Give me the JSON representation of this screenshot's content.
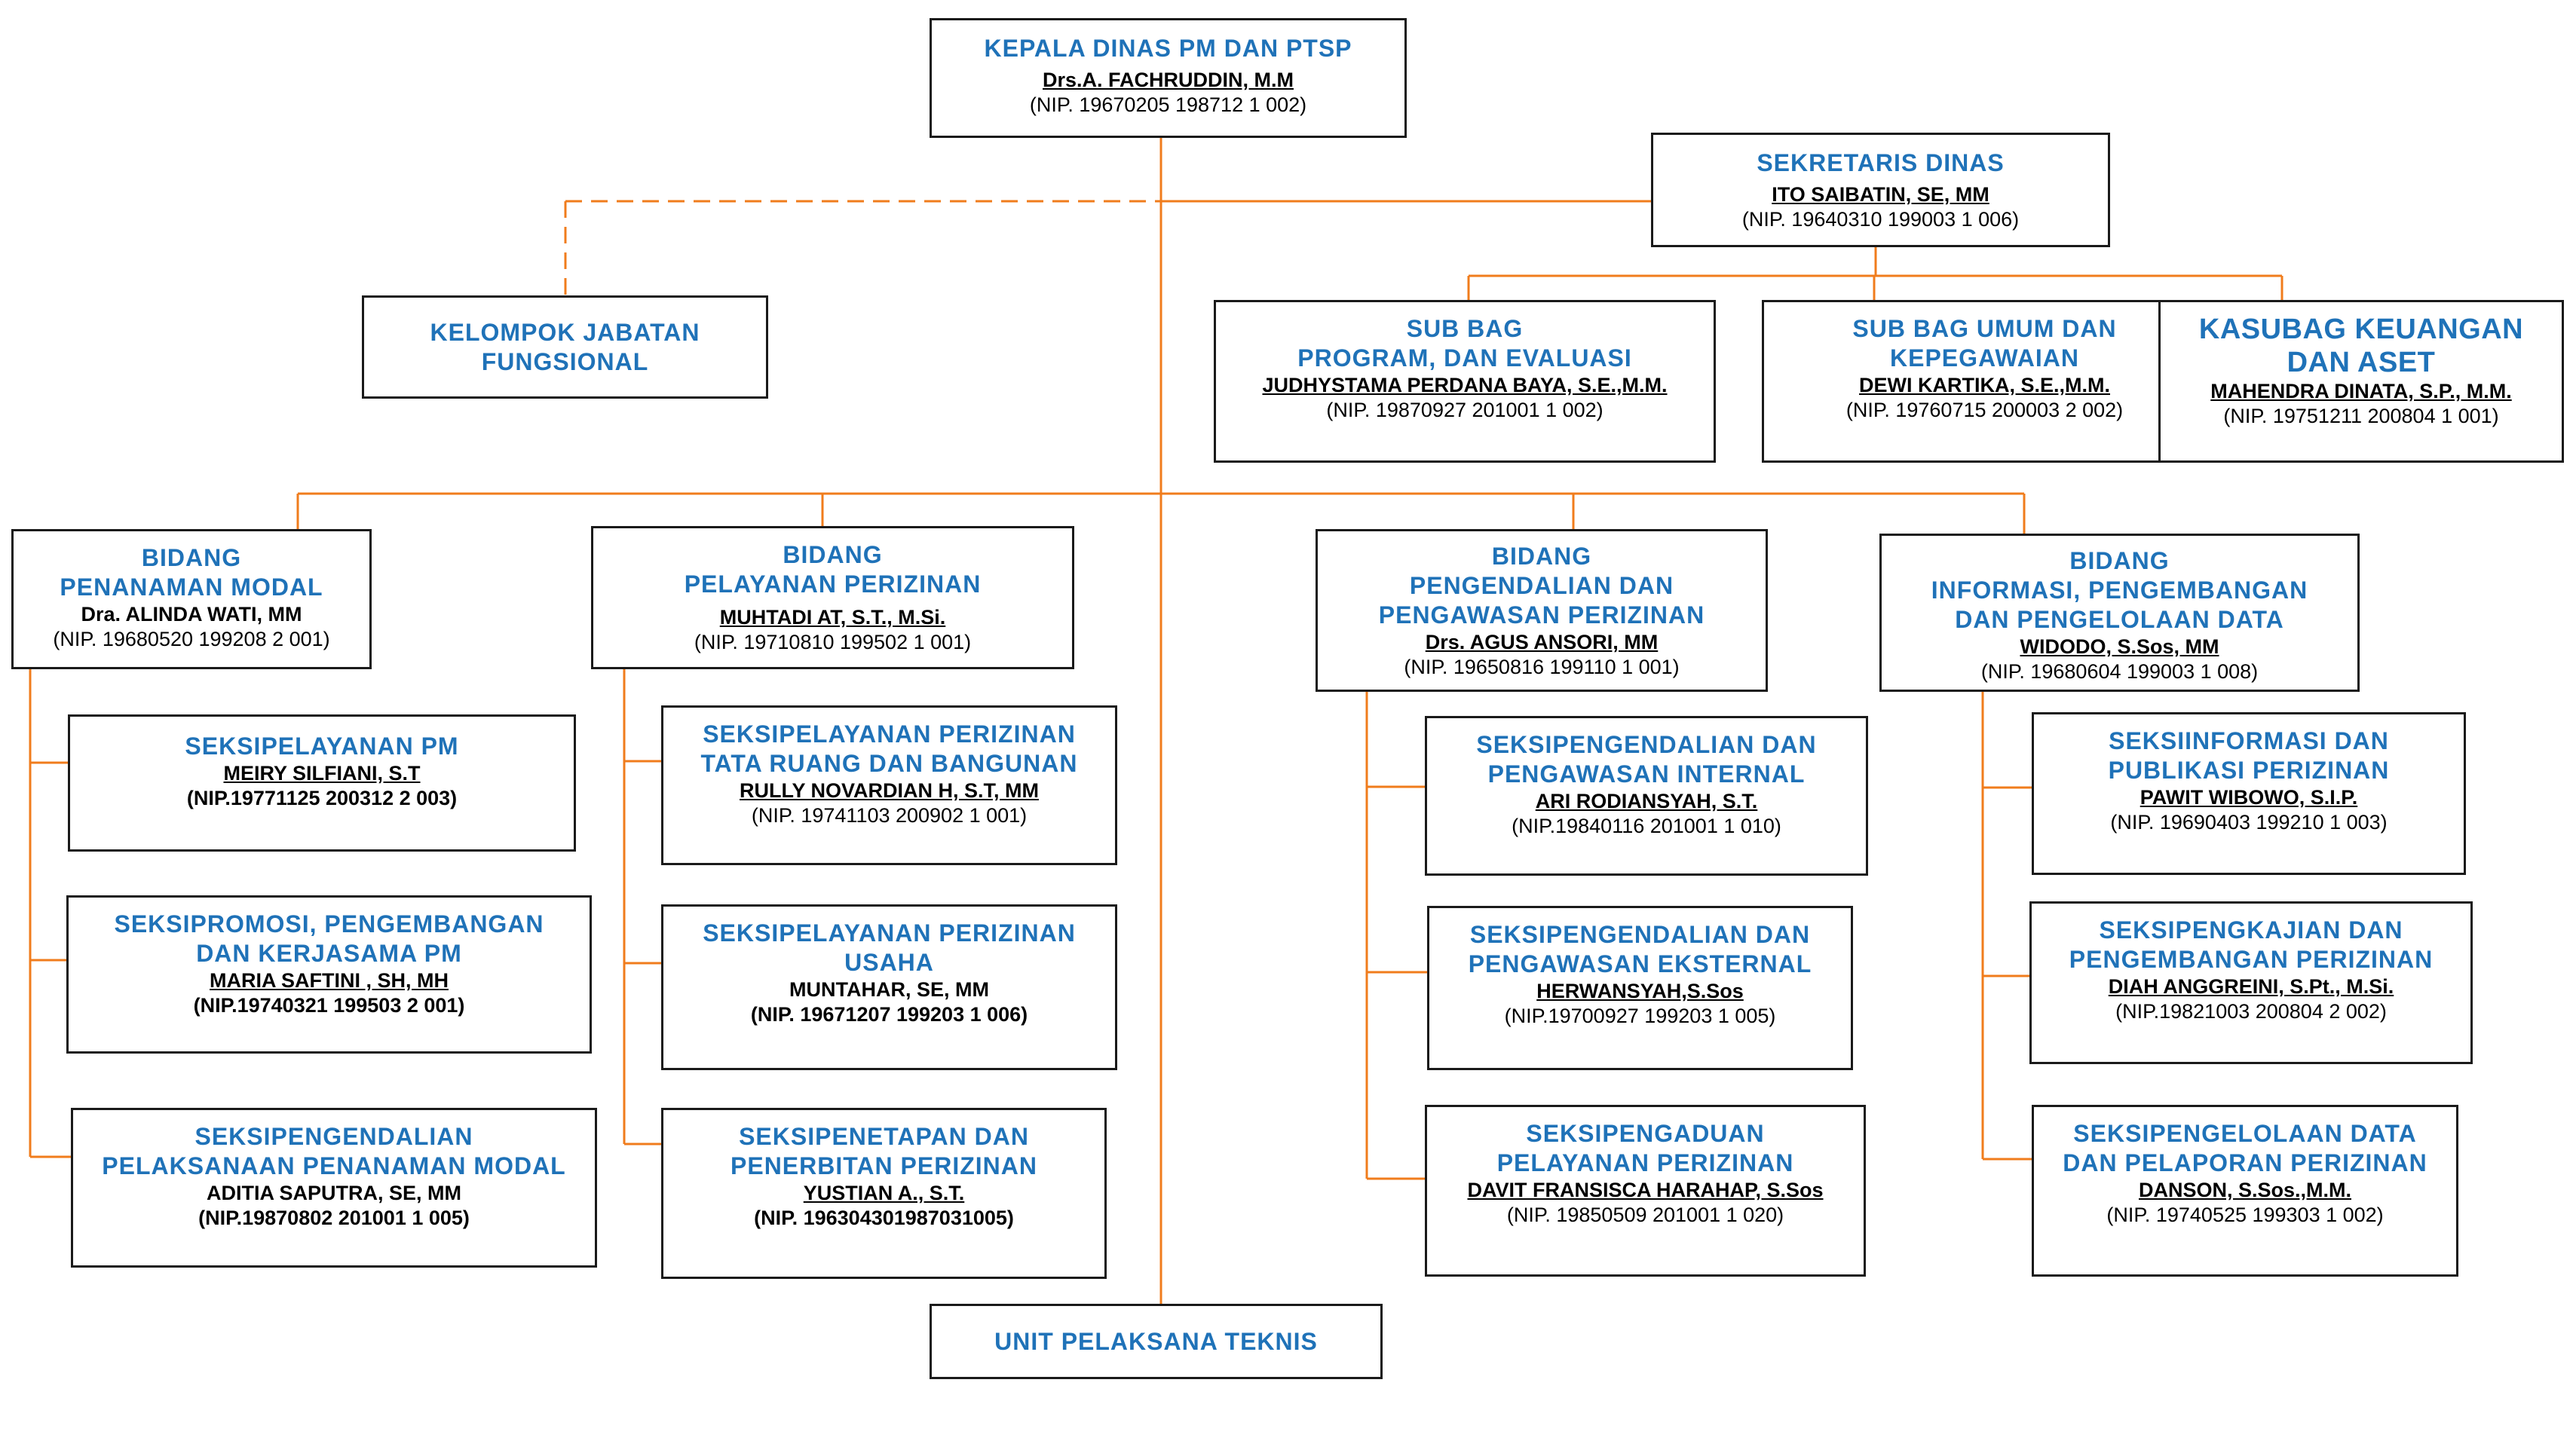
{
  "head": {
    "title": "KEPALA DINAS PM DAN PTSP",
    "name": "Drs.A. FACHRUDDIN, M.M",
    "nip": "(NIP. 19670205  198712 1 002)"
  },
  "secretary": {
    "title": "SEKRETARIS DINAS",
    "name": "ITO SAIBATIN, SE, MM",
    "nip": "(NIP. 19640310 199003 1 006)"
  },
  "functional_group": {
    "line1": "KELOMPOK JABATAN",
    "line2": "FUNGSIONAL"
  },
  "subbag_program": {
    "line1": "SUB BAG",
    "line2": "PROGRAM, DAN EVALUASI",
    "name": "JUDHYSTAMA PERDANA BAYA, S.E.,M.M.",
    "nip": "(NIP. 19870927 201001 1 002)"
  },
  "subbag_umum": {
    "line1": "SUB BAG UMUM DAN",
    "line2": "KEPEGAWAIAN",
    "name": "DEWI KARTIKA, S.E.,M.M.",
    "nip": "(NIP. 19760715 200003 2 002)"
  },
  "subbag_keuangan": {
    "line1": "KASUBAG KEUANGAN",
    "line2": "DAN ASET",
    "name": "MAHENDRA DINATA, S.P., M.M.",
    "nip": "(NIP. 19751211 200804 1 001)"
  },
  "bidang_pm": {
    "line1": "BIDANG",
    "line2": "PENANAMAN MODAL",
    "name": "Dra. ALINDA WATI, MM",
    "nip": "(NIP. 19680520 199208 2 001)"
  },
  "bidang_pp": {
    "line1": "BIDANG",
    "line2": "PELAYANAN PERIZINAN",
    "name": "MUHTADI AT, S.T., M.Si.",
    "nip": "(NIP. 19710810 199502 1 001)"
  },
  "bidang_pwp": {
    "line1": "BIDANG",
    "line2": "PENGENDALIAN DAN",
    "line3": "PENGAWASAN PERIZINAN",
    "name": "Drs. AGUS ANSORI, MM",
    "nip": "(NIP. 19650816 199110 1 001)"
  },
  "bidang_ipd": {
    "line1": "BIDANG",
    "line2": "INFORMASI, PENGEMBANGAN",
    "line3": "DAN PENGELOLAAN DATA",
    "name": "WIDODO, S.Sos, MM",
    "nip": "(NIP. 19680604 199003 1 008)"
  },
  "seksi_pm1": {
    "line1": "SEKSIPELAYANAN PM",
    "name": "MEIRY SILFIANI, S.T",
    "nip": "(NIP.19771125 200312 2 003)"
  },
  "seksi_pm2": {
    "line1": "SEKSIPROMOSI, PENGEMBANGAN",
    "line2": "DAN KERJASAMA PM",
    "name": "MARIA SAFTINI , SH, MH",
    "nip": "(NIP.19740321 199503 2 001)"
  },
  "seksi_pm3": {
    "line1": "SEKSIPENGENDALIAN",
    "line2": "PELAKSANAAN PENANAMAN MODAL",
    "name": "ADITIA SAPUTRA, SE, MM",
    "nip": "(NIP.19870802 201001 1 005)"
  },
  "seksi_pp1": {
    "line1": "SEKSIPELAYANAN PERIZINAN",
    "line2": "TATA RUANG DAN BANGUNAN",
    "name": "RULLY NOVARDIAN H, S.T, MM",
    "nip": "(NIP. 19741103 200902 1 001)"
  },
  "seksi_pp2": {
    "line1": "SEKSIPELAYANAN PERIZINAN",
    "line2": "USAHA",
    "name": "MUNTAHAR, SE, MM",
    "nip": "(NIP. 19671207 199203 1 006)"
  },
  "seksi_pp3": {
    "line1": "SEKSIPENETAPAN DAN",
    "line2": "PENERBITAN PERIZINAN",
    "name": "YUSTIAN A., S.T.",
    "nip": "(NIP. 196304301987031005)"
  },
  "seksi_pwp1": {
    "line1": "SEKSIPENGENDALIAN DAN",
    "line2": "PENGAWASAN INTERNAL",
    "name": "ARI RODIANSYAH, S.T.",
    "nip": "(NIP.19840116 201001 1 010)"
  },
  "seksi_pwp2": {
    "line1": "SEKSIPENGENDALIAN DAN",
    "line2": "PENGAWASAN EKSTERNAL",
    "name": "HERWANSYAH,S.Sos",
    "nip": "(NIP.19700927 199203 1 005)"
  },
  "seksi_pwp3": {
    "line1": "SEKSIPENGADUAN",
    "line2": "PELAYANAN PERIZINAN",
    "name": "DAVIT FRANSISCA HARAHAP, S.Sos",
    "nip": "(NIP. 19850509 201001 1 020)"
  },
  "seksi_ipd1": {
    "line1": "SEKSIINFORMASI DAN",
    "line2": "PUBLIKASI PERIZINAN",
    "name": "PAWIT WIBOWO, S.I.P.",
    "nip": "(NIP. 19690403 199210 1 003)"
  },
  "seksi_ipd2": {
    "line1": "SEKSIPENGKAJIAN DAN",
    "line2": "PENGEMBANGAN PERIZINAN",
    "name": "DIAH ANGGREINI, S.Pt., M.Si.",
    "nip": "(NIP.19821003 200804 2 002)"
  },
  "seksi_ipd3": {
    "line1": "SEKSIPENGELOLAAN DATA",
    "line2": "DAN PELAPORAN PERIZINAN",
    "name": "DANSON, S.Sos.,M.M.",
    "nip": "(NIP. 19740525 199303 1 002)"
  },
  "upt": {
    "title": "UNIT PELAKSANA TEKNIS"
  },
  "colors": {
    "connector": "#f07c1c",
    "title_text": "#1f72b8",
    "border": "#1a1a1a"
  }
}
